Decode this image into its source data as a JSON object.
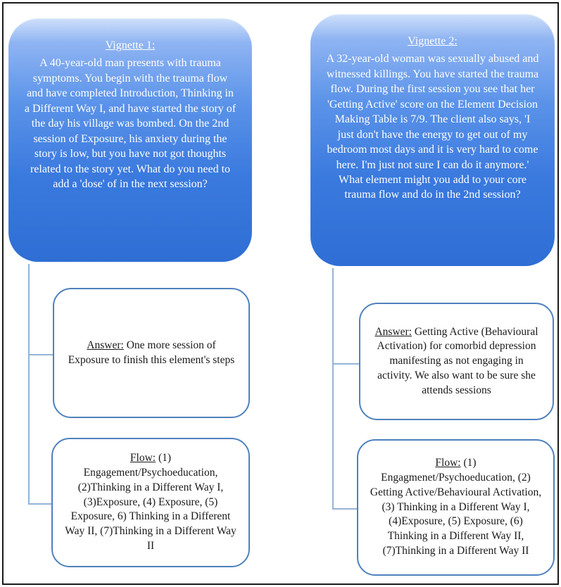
{
  "colors": {
    "vignette_gradient_top": "#cfe0fb",
    "vignette_gradient_bottom": "#2f6ed4",
    "box_border_blue": "#4f81bd",
    "connector_blue": "#95b3d7",
    "frame_border": "#1a1a1a",
    "vignette_text": "#ffffff",
    "box_text": "#1a1a1a"
  },
  "vignette1": {
    "title": "Vignette 1:",
    "body": "A 40-year-old man presents with trauma symptoms. You begin with the trauma flow and have completed Introduction, Thinking in a Different Way I, and have started the story of the day his village was bombed. On the 2nd session of Exposure, his anxiety during the story is low, but you have not got thoughts related to the story yet. What do you need to add a 'dose' of in the next session?",
    "answer_label": "Answer:",
    "answer_text": " One more session of Exposure to finish this element's steps",
    "flow_label": "Flow:",
    "flow_text": " (1) Engagement/Psychoeducation, (2)Thinking in a Different Way I, (3)Exposure, (4) Exposure, (5) Exposure, 6) Thinking in a Different Way II, (7)Thinking in a Different Way II"
  },
  "vignette2": {
    "title": "Vignette 2:",
    "body": "A 32-year-old woman was sexually abused and witnessed killings. You have started the trauma flow. During the first session you see that her 'Getting Active' score on the Element Decision Making Table is 7/9. The client also says, 'I just don't have the energy to get out of my bedroom most days and it is very hard to come here. I'm just not sure I can do it anymore.' What element might you add to your core trauma flow and do in the 2nd session?",
    "answer_label": "Answer:",
    "answer_text": " Getting Active (Behavioural Activation) for comorbid depression manifesting as not engaging in activity. We also want to be sure she attends sessions",
    "flow_label": "Flow:",
    "flow_text": " (1) Engagmenet/Psychoeducation, (2) Getting Active/Behavioural Activation, (3) Thinking in a Different Way I, (4)Exposure, (5) Exposure, (6) Thinking in a Different Way II, (7)Thinking in a Different Way II"
  }
}
